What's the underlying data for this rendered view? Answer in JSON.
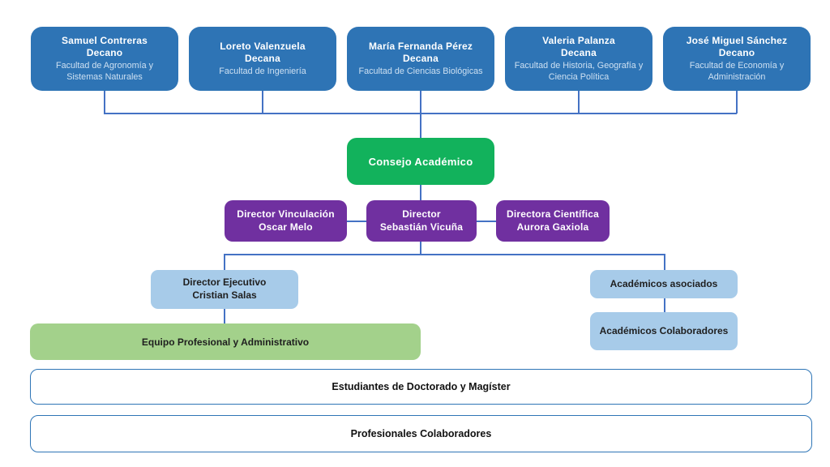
{
  "palette": {
    "blue": "#2E74B5",
    "green": "#12B25C",
    "purple": "#7030A0",
    "light_blue": "#A7CBE9",
    "light_green": "#A3D18B",
    "line": "#4472C4",
    "outline_border": "#2E75B6"
  },
  "chart": {
    "deans": [
      {
        "name": "Samuel Contreras",
        "role": "Decano",
        "unit": "Facultad de Agronomía y Sistemas Naturales"
      },
      {
        "name": "Loreto Valenzuela",
        "role": "Decana",
        "unit": "Facultad de Ingeniería"
      },
      {
        "name": "María Fernanda Pérez",
        "role": "Decana",
        "unit": "Facultad de Ciencias Biológicas"
      },
      {
        "name": "Valeria Palanza",
        "role": "Decana",
        "unit": "Facultad de Historia, Geografía y Ciencia Política"
      },
      {
        "name": "José Miguel Sánchez",
        "role": "Decano",
        "unit": "Facultad de Economía y Administración"
      }
    ],
    "council": {
      "label": "Consejo Académico"
    },
    "directors": [
      {
        "title": "Director Vinculación",
        "name": "Oscar Melo"
      },
      {
        "title": "Director",
        "name": "Sebastián Vicuña"
      },
      {
        "title": "Directora Científica",
        "name": "Aurora Gaxiola"
      }
    ],
    "executive": {
      "title": "Director Ejecutivo",
      "name": "Cristian Salas"
    },
    "associates": {
      "label": "Académicos asociados"
    },
    "collaborating_academics": {
      "label": "Académicos Colaboradores"
    },
    "team": {
      "label": "Equipo Profesional y Administrativo"
    },
    "students": {
      "label": "Estudiantes de Doctorado y Magíster"
    },
    "collaborating_professionals": {
      "label": "Profesionales Colaboradores"
    }
  }
}
